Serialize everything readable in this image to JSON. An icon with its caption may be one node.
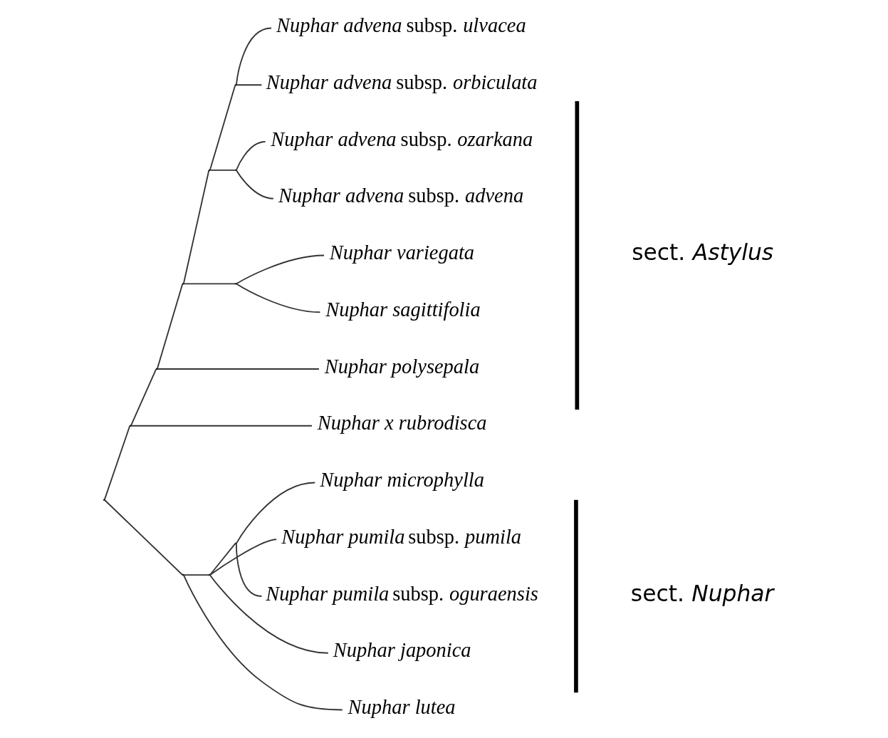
{
  "diagram": {
    "nodes": [
      {
        "text": [
          "*Nuphar advena* subsp. *ulvacea*"
        ]
      },
      {
        "text": [
          "*Nuphar advena* subsp. *orbiculata*"
        ]
      },
      {
        "text": [
          "*Nuphar advena* subsp. *ozarkana*"
        ]
      },
      {
        "text": [
          "*Nuphar advena* subsp. *advena*"
        ]
      },
      {
        "text": [
          "*Nuphar variegata*"
        ]
      },
      {
        "text": [
          "*Nuphar sagittifolia*"
        ]
      },
      {
        "text": [
          "*Nuphar polysepala*"
        ]
      },
      {
        "text": [
          "*Nuphar x rubrodisca*"
        ]
      },
      {
        "text": [
          "*Nuphar microphylla*"
        ]
      },
      {
        "text": [
          "*Nuphar pumila* subsp. *pumila*"
        ]
      },
      {
        "text": [
          "*Nuphar pumila* subsp. *oguraensis*"
        ]
      },
      {
        "text": [
          "*Nuphar japonica*"
        ]
      },
      {
        "text": [
          "*Nuphar lutea*"
        ]
      },
      {
        "text": [],
        "shape": "point"
      },
      {
        "text": [],
        "shape": "point"
      },
      {
        "text": [],
        "shape": "point"
      },
      {
        "text": [],
        "shape": "point"
      },
      {
        "text": [],
        "shape": "point"
      },
      {
        "text": [],
        "shape": "point"
      },
      {
        "text": [],
        "shape": "point"
      },
      {
        "text": [],
        "shape": "point"
      },
      {
        "text": [],
        "shape": "point"
      },
      {
        "text": [],
        "shape": "point"
      },
      {
        "text": [],
        "shape": "point"
      }
    ],
    "edges": [
      {
        "from": 23,
        "to": 19,
        "arrow": "none"
      },
      {
        "from": 23,
        "to": 22,
        "arrow": "none"
      },
      {
        "from": 19,
        "to": 18,
        "arrow": "none"
      },
      {
        "from": 19,
        "to": 7,
        "arrow": "none"
      },
      {
        "from": 18,
        "to": 17,
        "arrow": "none"
      },
      {
        "from": 18,
        "to": 6,
        "arrow": "none"
      },
      {
        "from": 17,
        "to": 15,
        "arrow": "none"
      },
      {
        "from": 17,
        "to": 16,
        "arrow": "none"
      },
      {
        "from": 15,
        "to": 13,
        "arrow": "none"
      },
      {
        "from": 15,
        "to": 14,
        "arrow": "none"
      },
      {
        "from": 13,
        "to": 0,
        "arrow": "none"
      },
      {
        "from": 13,
        "to": 1,
        "arrow": "none"
      },
      {
        "from": 14,
        "to": 2,
        "arrow": "none"
      },
      {
        "from": 14,
        "to": 3,
        "arrow": "none"
      },
      {
        "from": 16,
        "to": 4,
        "arrow": "none"
      },
      {
        "from": 16,
        "to": 5,
        "arrow": "none"
      },
      {
        "from": 22,
        "to": 21,
        "arrow": "none"
      },
      {
        "from": 22,
        "to": 12,
        "arrow": "none"
      },
      {
        "from": 21,
        "to": 20,
        "arrow": "none"
      },
      {
        "from": 21,
        "to": 9,
        "arrow": "none"
      },
      {
        "from": 21,
        "to": 11,
        "arrow": "none"
      },
      {
        "from": 20,
        "to": 8,
        "arrow": "none"
      },
      {
        "from": 20,
        "to": 10,
        "arrow": "none"
      }
    ],
    "labels": [
      "sect. *Astylus*",
      "sect. *Nuphar*"
    ]
  }
}
